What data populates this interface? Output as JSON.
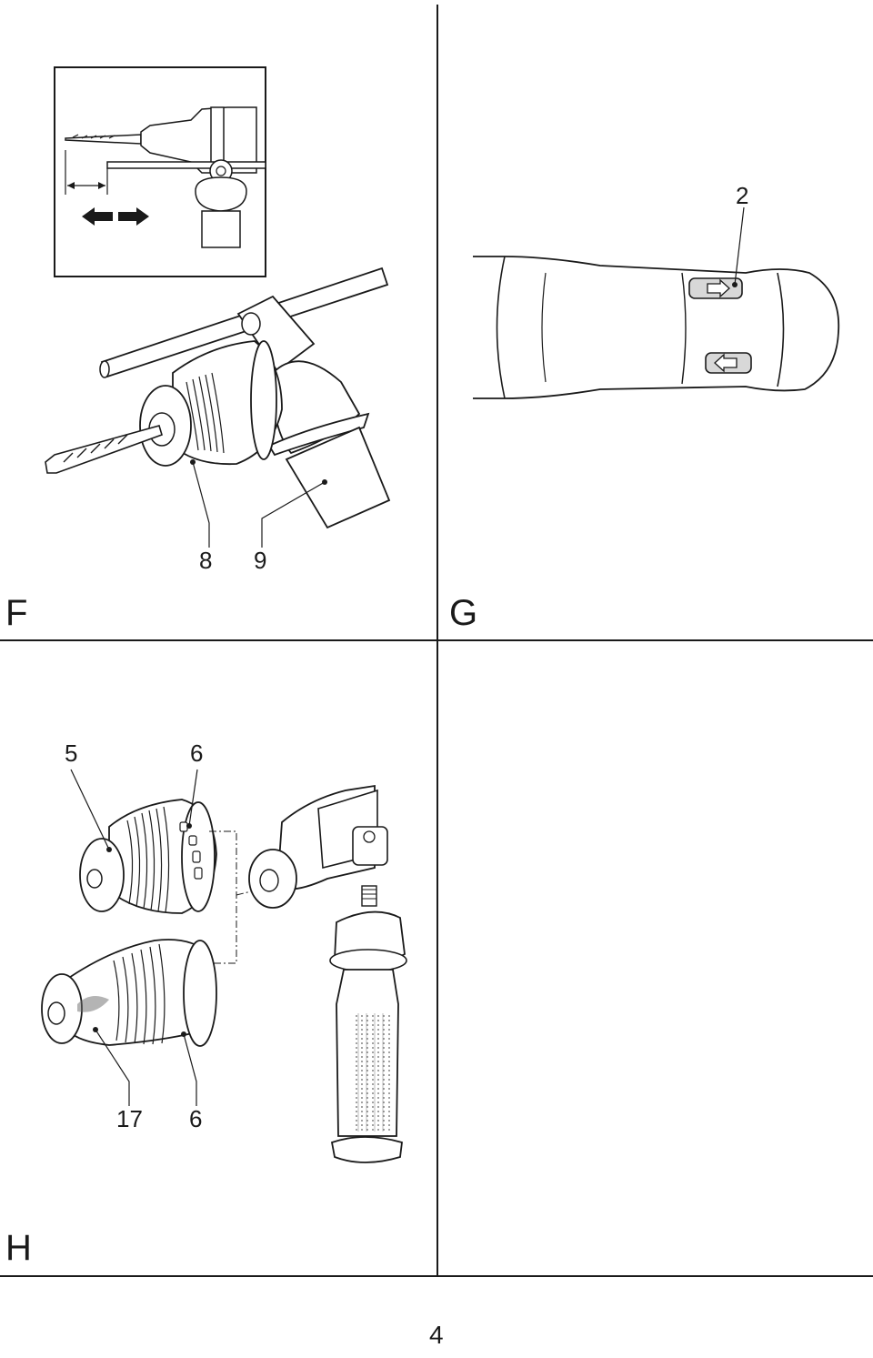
{
  "panels": {
    "f": {
      "letter": "F",
      "callouts": [
        "8",
        "9"
      ]
    },
    "g": {
      "letter": "G",
      "callouts": [
        "2"
      ]
    },
    "h": {
      "letter": "H",
      "callouts": [
        "5",
        "6",
        "17",
        "6"
      ]
    }
  },
  "page_number": "4",
  "colors": {
    "line": "#1a1a1a",
    "shade": "#6a6a6a",
    "light": "#d8d8d8"
  }
}
